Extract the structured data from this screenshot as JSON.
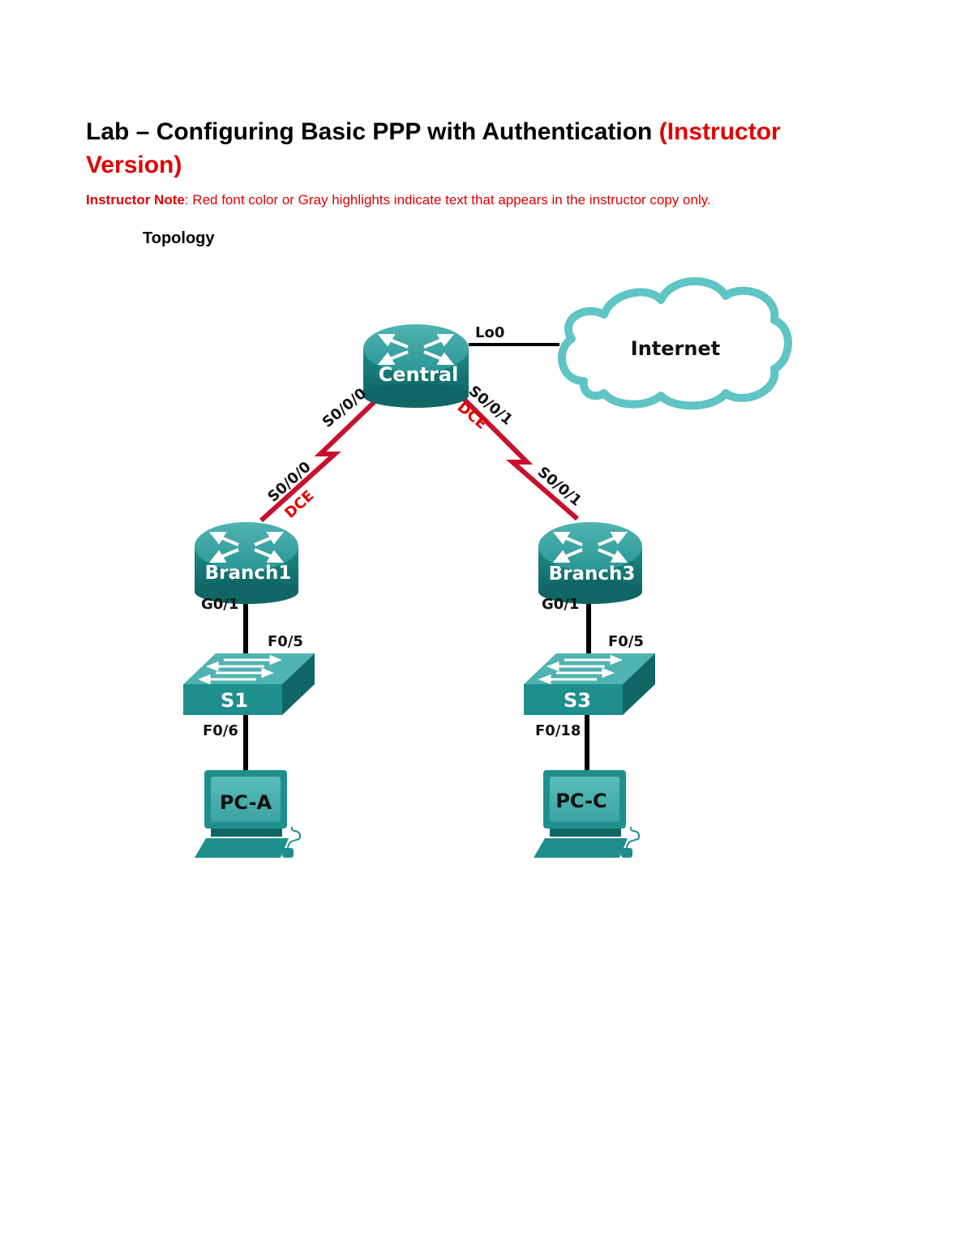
{
  "document": {
    "title_main": "Lab – Configuring Basic PPP with Authentication",
    "title_suffix": "(Instructor Version)",
    "note_label": "Instructor Note",
    "note_text": ": Red font color or Gray highlights indicate text that appears in the instructor copy only.",
    "section_heading": "Topology"
  },
  "topology": {
    "devices": {
      "central": "Central",
      "branch1": "Branch1",
      "branch3": "Branch3",
      "s1": "S1",
      "s3": "S3",
      "pca": "PC-A",
      "pcc": "PC-C",
      "internet": "Internet"
    },
    "interfaces": {
      "central_lo0": "Lo0",
      "central_s000": "S0/0/0",
      "central_s001": "S0/0/1",
      "branch1_s000": "S0/0/0",
      "branch3_s001": "S0/0/1",
      "branch1_g01": "G0/1",
      "branch3_g01": "G0/1",
      "s1_f05": "F0/5",
      "s3_f05": "F0/5",
      "s1_f06": "F0/6",
      "s3_f018": "F0/18",
      "dce_central": "DCE",
      "dce_branch1": "DCE"
    },
    "colors": {
      "device_teal": "#1f8f8e",
      "device_dark": "#0e6462",
      "serial_link": "#c8102e",
      "dce_label": "#e00000",
      "cloud_edge": "#5ec4c4"
    }
  }
}
